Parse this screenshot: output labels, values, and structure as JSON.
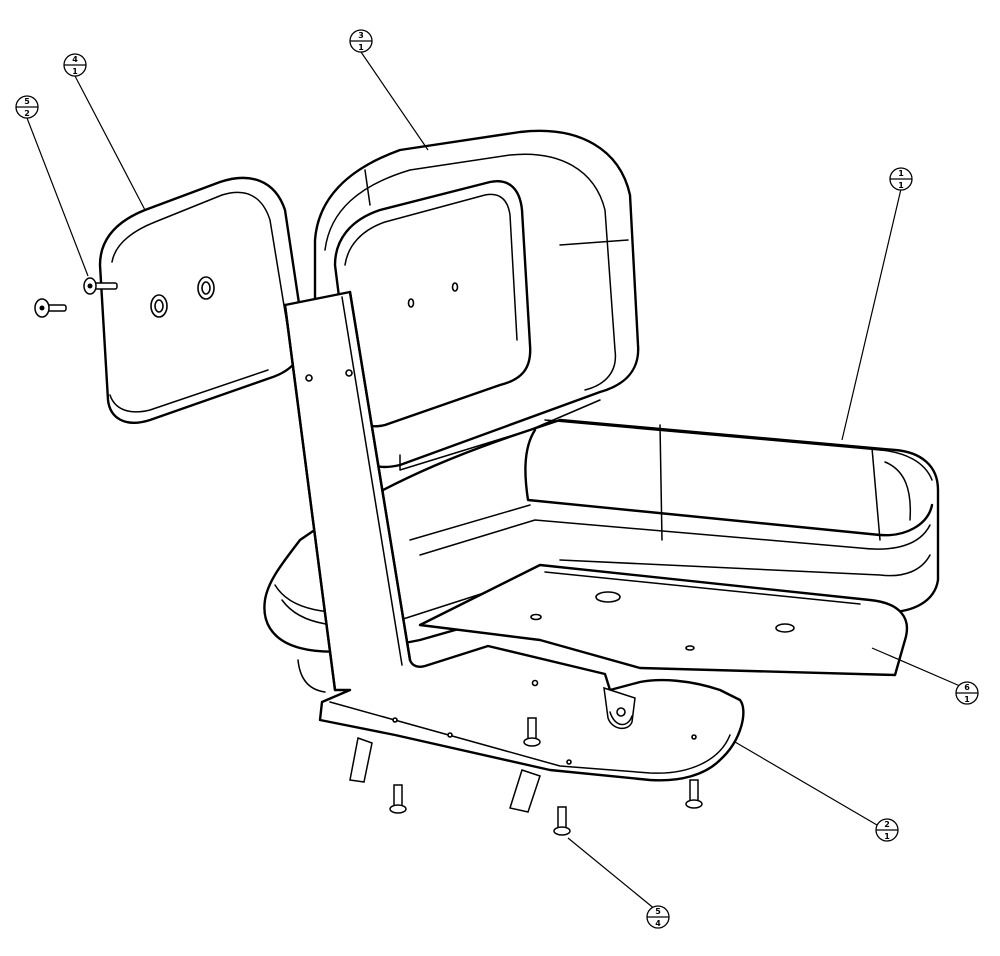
{
  "balloons": [
    {
      "id": "balloon-1-1",
      "item": "1",
      "qty": "1"
    },
    {
      "id": "balloon-2-1",
      "item": "2",
      "qty": "1"
    },
    {
      "id": "balloon-3-1",
      "item": "3",
      "qty": "1"
    },
    {
      "id": "balloon-4-1",
      "item": "4",
      "qty": "1"
    },
    {
      "id": "balloon-5-2",
      "item": "5",
      "qty": "2"
    },
    {
      "id": "balloon-5-4",
      "item": "5",
      "qty": "4"
    },
    {
      "id": "balloon-6-1",
      "item": "6",
      "qty": "1"
    }
  ]
}
